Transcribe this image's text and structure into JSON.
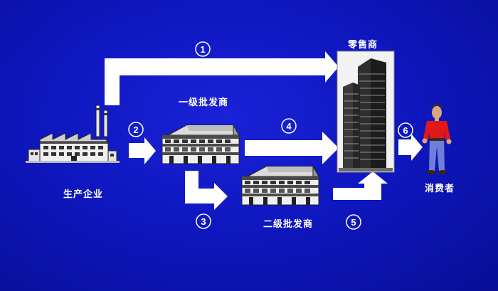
{
  "labels": {
    "producer": "生产企业",
    "wholesaler_primary": "一级批发商",
    "wholesaler_secondary": "二级批发商",
    "retailer": "零售商",
    "consumer": "消费者"
  },
  "channels": [
    {
      "number": "1"
    },
    {
      "number": "2"
    },
    {
      "number": "3"
    },
    {
      "number": "4"
    },
    {
      "number": "5"
    },
    {
      "number": "6"
    }
  ],
  "colors": {
    "background": "#0f17c0",
    "arrow": "#ffffff",
    "text": "#ffffff",
    "consumer_shirt": "#e01818",
    "consumer_pants": "#6f7fd8"
  },
  "icons": {
    "producer": "factory-icon",
    "wholesaler_primary": "warehouse-icon",
    "wholesaler_secondary": "warehouse-icon",
    "retailer": "skyscraper-icon",
    "consumer": "person-icon"
  }
}
